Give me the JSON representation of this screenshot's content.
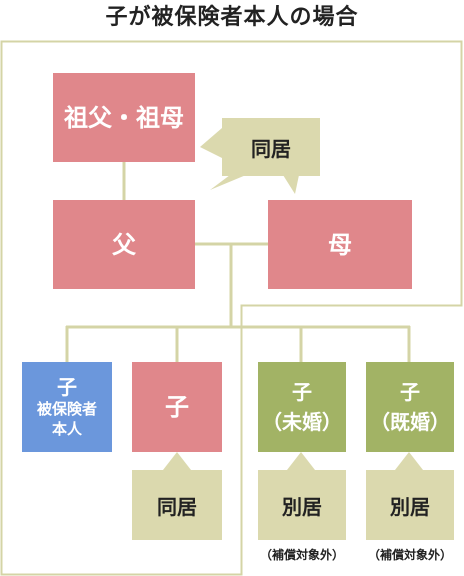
{
  "title": "子が被保険者本人の場合",
  "nodes": {
    "grandparents": "祖父・祖母",
    "father": "父",
    "mother": "母",
    "child_insured": {
      "main": "子",
      "sub1": "被保険者",
      "sub2": "本人"
    },
    "child_cohabit": "子",
    "child_unmarried": {
      "line1": "子",
      "line2": "（未婚）"
    },
    "child_married": {
      "line1": "子",
      "line2": "（既婚）"
    }
  },
  "callouts": {
    "cohabit_parents": "同居",
    "cohabit_child": "同居",
    "separate_unmarried": "別居",
    "separate_married": "別居"
  },
  "notes": {
    "unmarried": "（補償対象外）",
    "married": "（補償対象外）"
  },
  "colors": {
    "pink": "#e0878b",
    "blue": "#6b97dc",
    "green": "#a2b365",
    "beige": "#dbd9ae",
    "frame": "#d4d4a6"
  }
}
